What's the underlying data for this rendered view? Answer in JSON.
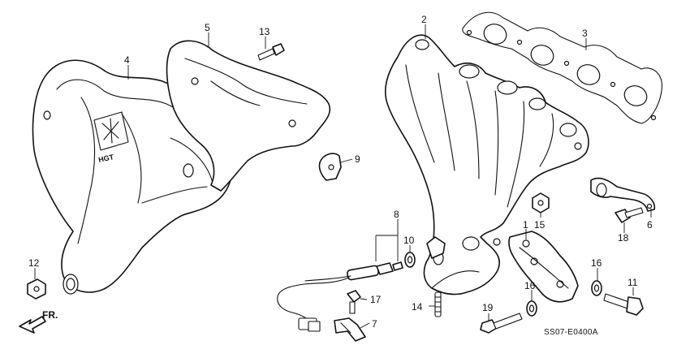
{
  "diagram": {
    "callouts": {
      "c1": "1",
      "c2": "2",
      "c3": "3",
      "c4": "4",
      "c5": "5",
      "c6": "6",
      "c7": "7",
      "c8": "8",
      "c9": "9",
      "c10": "10",
      "c11": "11",
      "c12": "12",
      "c13": "13",
      "c14": "14",
      "c15": "15",
      "c16a": "16",
      "c16b": "16",
      "c17": "17",
      "c18": "18",
      "c19": "19"
    },
    "shield_logo_text": "HGT",
    "direction_label": "FR.",
    "diagram_code": "SS07-E0400A"
  }
}
